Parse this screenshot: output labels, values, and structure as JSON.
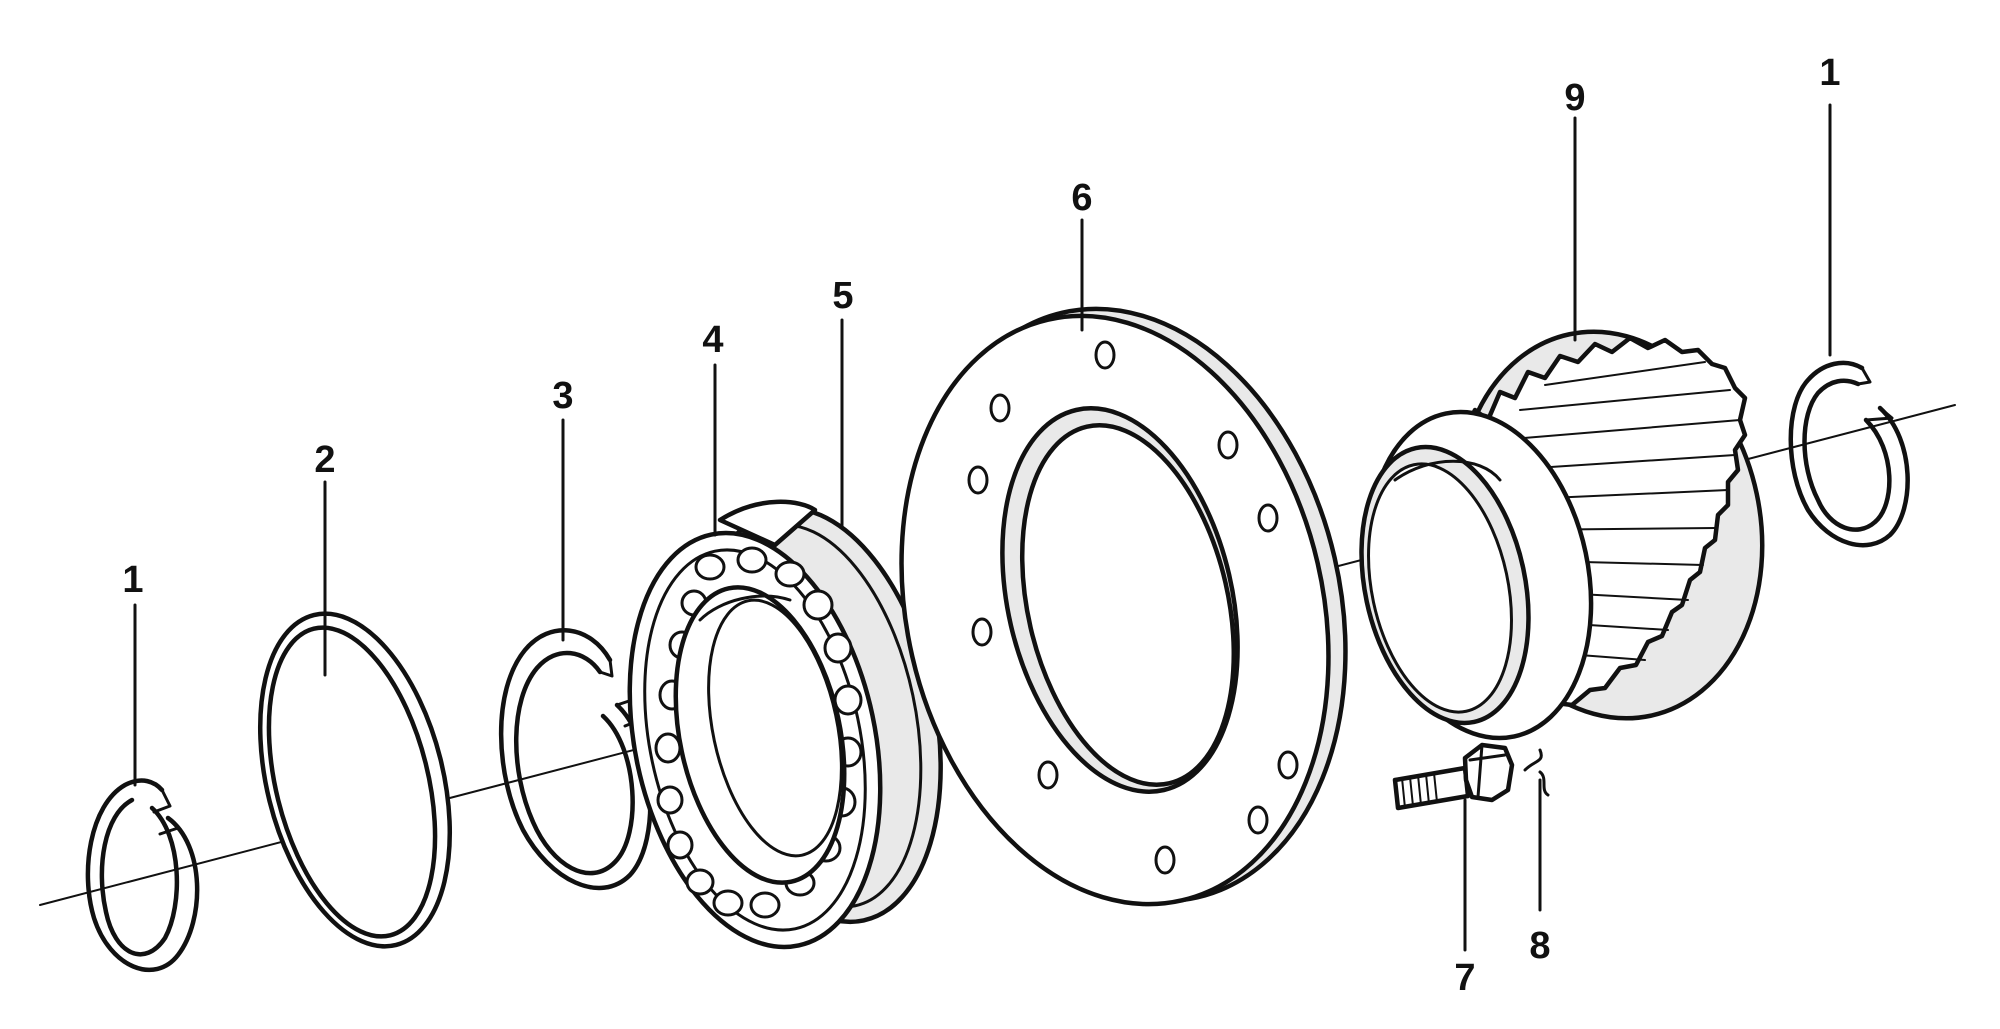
{
  "diagram": {
    "type": "exploded-parts-view",
    "callouts": {
      "ring_left": "1",
      "shim": "2",
      "retaining_ring": "3",
      "bearing_inner": "4",
      "bearing_outer": "5",
      "flange": "6",
      "bolt": "7",
      "washer": "8",
      "gear": "9",
      "ring_right": "1"
    }
  },
  "colors": {
    "ink": "#111111",
    "background": "#ffffff"
  }
}
